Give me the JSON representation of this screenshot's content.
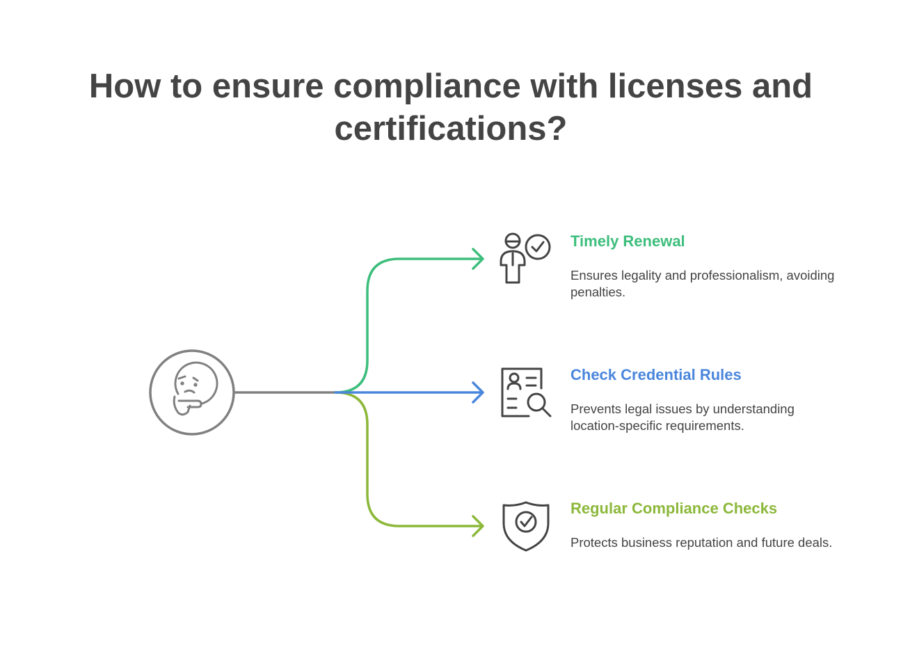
{
  "title": "How to ensure compliance with licenses and certifications?",
  "center": {
    "icon": "thinking-face-icon"
  },
  "colors": {
    "text": "#444444",
    "hub": "#808080",
    "green": "#3DBE7C",
    "blue": "#4A86DC",
    "lime": "#8CB83A"
  },
  "branches": [
    {
      "title": "Timely Renewal",
      "description": "Ensures legality and professionalism, avoiding penalties.",
      "icon": "person-checkmark-icon",
      "color": "#3DBE7C"
    },
    {
      "title": "Check Credential Rules",
      "description": "Prevents legal issues by understanding location-specific requirements.",
      "icon": "id-card-search-icon",
      "color": "#4A86DC"
    },
    {
      "title": "Regular Compliance Checks",
      "description": "Protects business reputation and future deals.",
      "icon": "shield-check-icon",
      "color": "#8CB83A"
    }
  ]
}
